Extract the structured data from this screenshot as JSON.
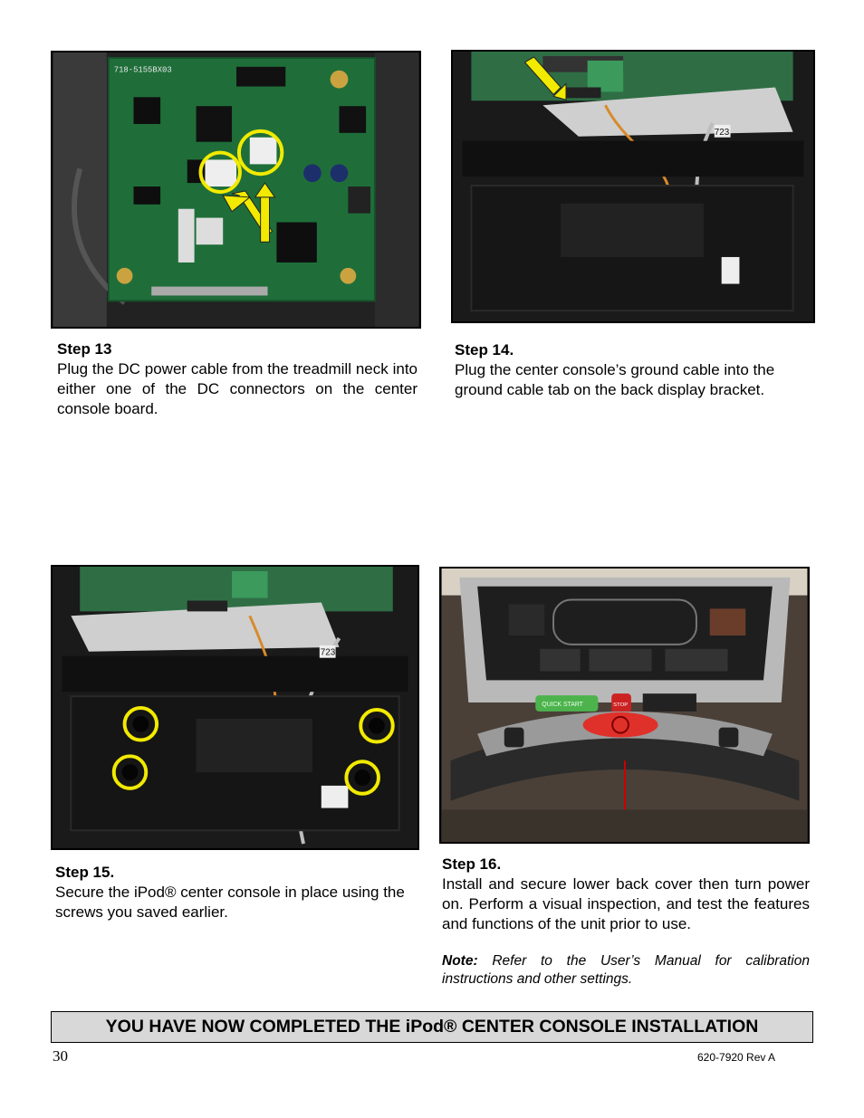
{
  "steps": [
    {
      "title": "Step 13",
      "text": "Plug the DC power cable from the treadmill neck into either one of the DC connectors on the center console board."
    },
    {
      "title": "Step 14.",
      "text": "Plug the center console’s ground cable into the ground cable tab on the back display bracket."
    },
    {
      "title": "Step 15.",
      "text": "Secure the iPod® center console in place using the screws you saved earlier."
    },
    {
      "title": "Step 16.",
      "text": "Install and secure lower back cover then turn power on.  Perform a visual inspection, and test the features and functions of the unit prior to use."
    }
  ],
  "note": {
    "label": "Note:",
    "text": "Refer to the User’s Manual for calibration instructions and other settings."
  },
  "banner": "YOU HAVE NOW COMPLETED THE iPod® CENTER CONSOLE INSTALLATION",
  "footer": {
    "page_number": "30",
    "doc_id": "620-7920  Rev A"
  },
  "photo_text": {
    "board_label": "718-5155BX03",
    "tag_label": "723",
    "quick_start": "QUICK START",
    "stop": "STOP"
  },
  "colors": {
    "highlight": "#f2ea00",
    "board_green": "#1f6e3a",
    "banner_bg": "#d8d8d8"
  }
}
